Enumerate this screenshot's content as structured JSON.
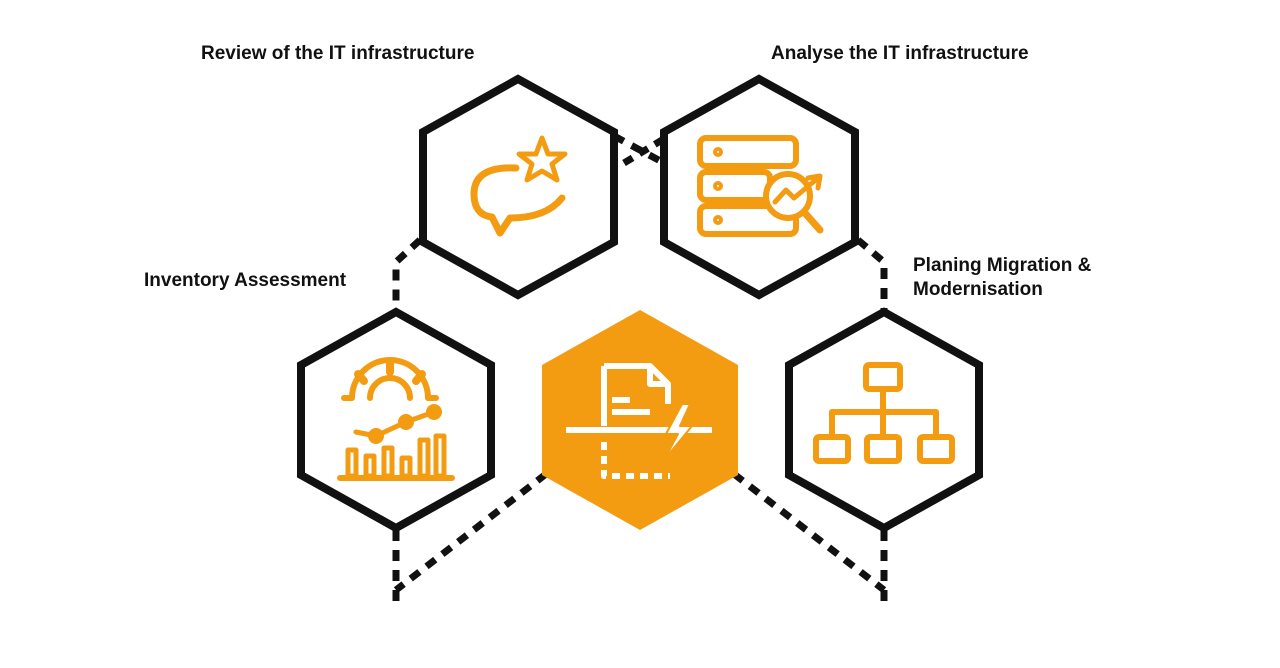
{
  "colors": {
    "accent": "#F39C12",
    "outline": "#111111",
    "background": "#FFFFFF"
  },
  "steps": [
    {
      "id": "review",
      "title_lines": [
        "Review of the IT infrastructure"
      ],
      "icon": "chat-star-icon"
    },
    {
      "id": "analyse",
      "title_lines": [
        "Analyse the IT infrastructure"
      ],
      "icon": "server-analytics-icon"
    },
    {
      "id": "inventory",
      "title_lines": [
        "Inventory Assessment"
      ],
      "icon": "gear-chart-icon"
    },
    {
      "id": "migration",
      "title_lines": [
        "Planing Migration &",
        "Modernisation"
      ],
      "icon": "hierarchy-icon"
    },
    {
      "id": "center",
      "title_lines": [],
      "icon": "document-cut-icon"
    }
  ]
}
